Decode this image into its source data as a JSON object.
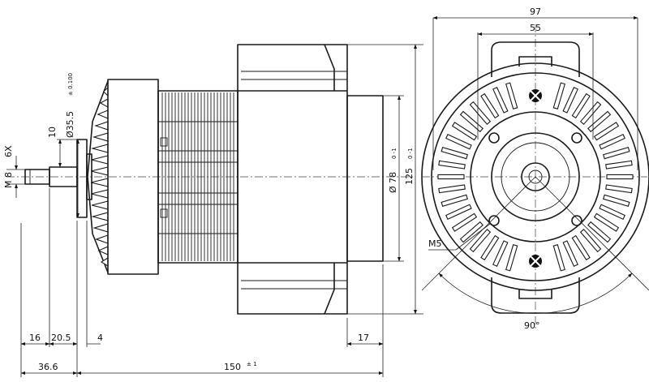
{
  "side_view": {
    "dim_16": "16",
    "dim_20_5": "20.5",
    "dim_4": "4",
    "dim_17": "17",
    "dim_36_6": "36.6",
    "dim_150": "150",
    "dim_150_tol": "± 1",
    "dim_10": "10",
    "dim_35_5": "Ø35.5",
    "dim_35_5_tol": "± 0.100",
    "shaft_thread": "M 8",
    "shaft_fit": "6X",
    "dim_78": "Ø 78",
    "dim_78_tol": "0 -1",
    "dim_125": "125",
    "dim_125_tol": "0 -1"
  },
  "front_view": {
    "dim_97": "97",
    "dim_55": "55",
    "screw_label": "M5",
    "angle_label": "90°"
  }
}
